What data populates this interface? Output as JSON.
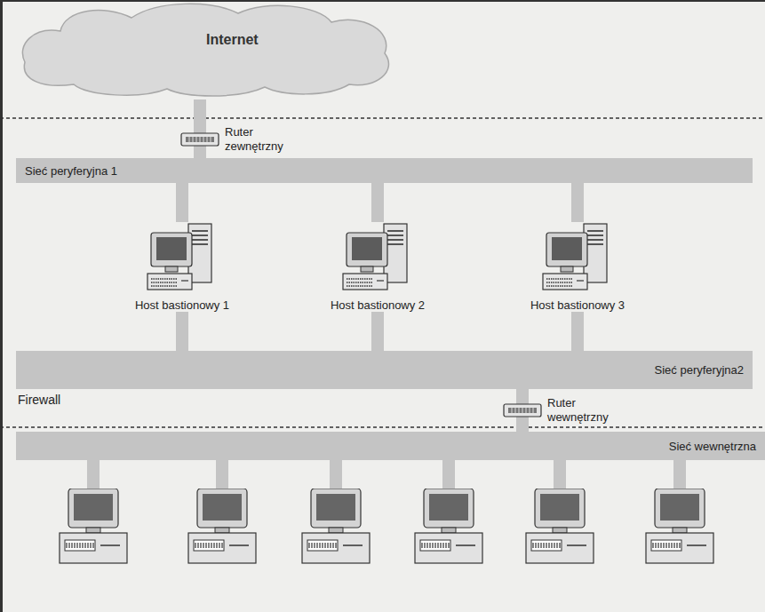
{
  "diagram": {
    "nodes": [
      {
        "text": [
          "Internet"
        ]
      },
      {
        "text": [
          "Ruter zewnętrzny"
        ]
      },
      {
        "text": [
          "Sieć peryferyjna 1"
        ]
      },
      {
        "text": [
          "Host bastionowy 1"
        ]
      },
      {
        "text": [
          "Host bastionowy 2"
        ]
      },
      {
        "text": [
          "Host bastionowy 3"
        ]
      },
      {
        "text": [
          "Sieć peryferyjna2"
        ]
      },
      {
        "text": [
          "Ruter wewnętrzny"
        ]
      },
      {
        "text": [
          "Sieć wewnętrzna"
        ]
      }
    ],
    "edges": [
      {
        "from": 0,
        "to": 1,
        "arrow": "none"
      },
      {
        "from": 1,
        "to": 2,
        "arrow": "none"
      },
      {
        "from": 2,
        "to": 3,
        "arrow": "none"
      },
      {
        "from": 2,
        "to": 4,
        "arrow": "none"
      },
      {
        "from": 2,
        "to": 5,
        "arrow": "none"
      },
      {
        "from": 3,
        "to": 6,
        "arrow": "none"
      },
      {
        "from": 4,
        "to": 6,
        "arrow": "none"
      },
      {
        "from": 5,
        "to": 6,
        "arrow": "none"
      },
      {
        "from": 6,
        "to": 7,
        "arrow": "none"
      },
      {
        "from": 7,
        "to": 8,
        "arrow": "none"
      }
    ],
    "labels": [
      "Firewall"
    ]
  }
}
